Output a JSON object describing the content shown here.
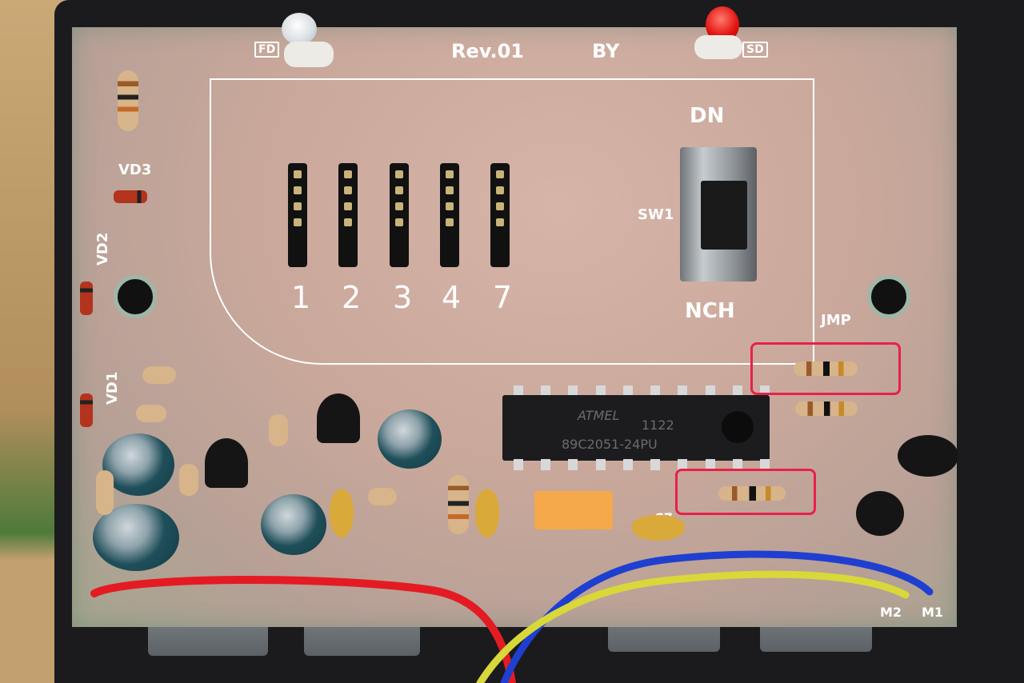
{
  "board": {
    "revision": "Rev.01",
    "by_label": "BY",
    "led_fd": "FD",
    "led_sd": "SD",
    "switch_top": "DN",
    "switch_bottom": "NCH",
    "switch_ref": "SW1",
    "jumper": "JMP",
    "vd1": "VD1",
    "vd2": "VD2",
    "vd3": "VD3",
    "header_numbers": [
      "1",
      "2",
      "3",
      "4",
      "7"
    ],
    "m1": "M1",
    "m2": "M2",
    "c7": "C7",
    "chip_line1": "1122",
    "chip_line2": "89C2051-24PU",
    "chip_brand": "ATMEL"
  },
  "colors": {
    "highlight": "#e8204a",
    "silkscreen": "#ffffff",
    "wire_red": "#e41b23",
    "wire_blue": "#1f3fd1",
    "wire_yellow": "#d8d83a"
  }
}
